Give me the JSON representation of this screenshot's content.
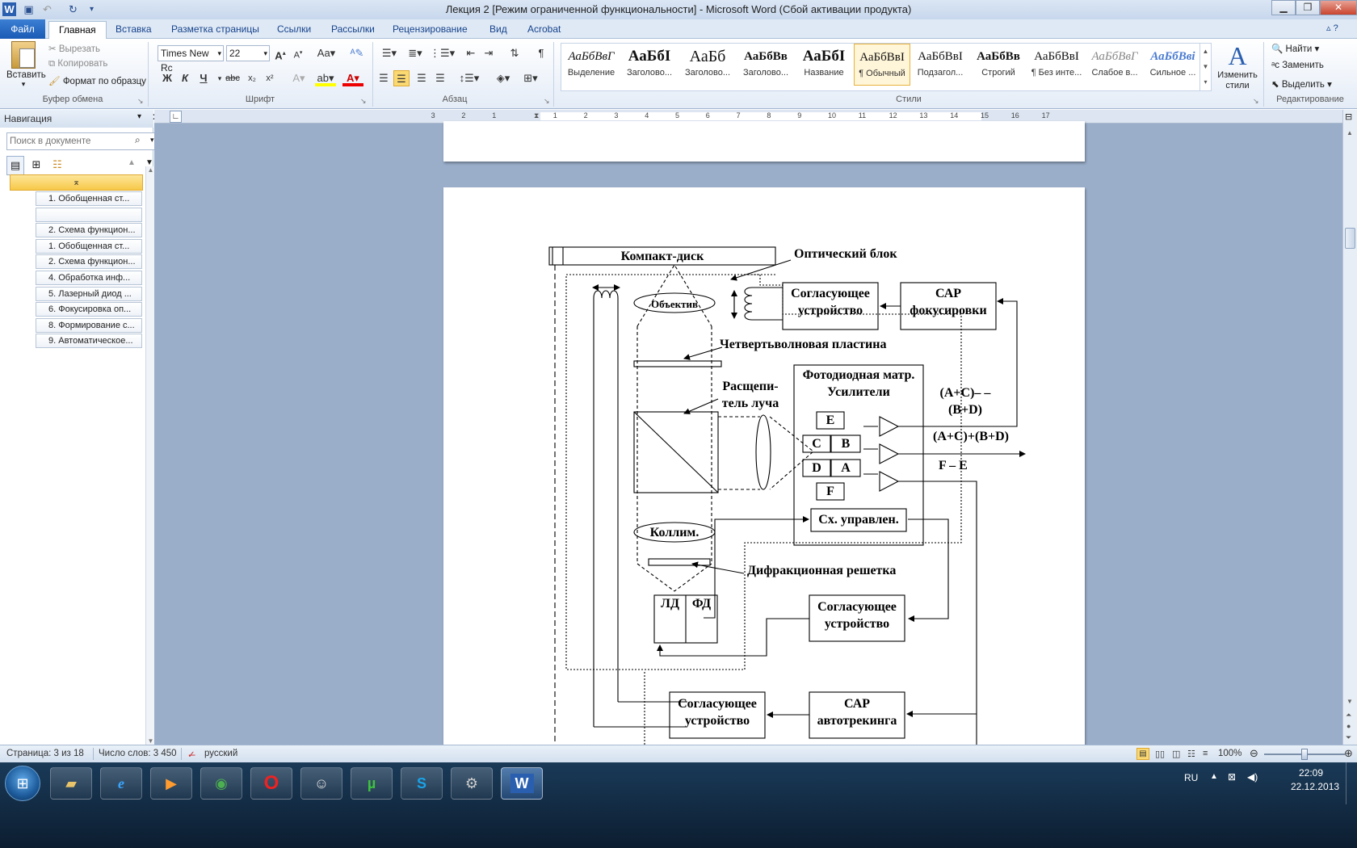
{
  "window": {
    "title": "Лекция 2 [Режим ограниченной функциональности]  -  Microsoft Word (Сбой активации продукта)"
  },
  "ribbon_tabs": [
    "Файл",
    "Главная",
    "Вставка",
    "Разметка страницы",
    "Ссылки",
    "Рассылки",
    "Рецензирование",
    "Вид",
    "Acrobat"
  ],
  "clipboard": {
    "paste": "Вставить",
    "cut": "Вырезать",
    "copy": "Копировать",
    "format_painter": "Формат по образцу",
    "label": "Буфер обмена"
  },
  "font": {
    "name": "Times New Rc",
    "size": "22",
    "label": "Шрифт",
    "bold": "Ж",
    "italic": "К",
    "underline": "Ч"
  },
  "paragraph": {
    "label": "Абзац"
  },
  "styles": {
    "label": "Стили",
    "items": [
      {
        "sample": "АаБбВвГ",
        "name": "Выделение"
      },
      {
        "sample": "АаБбI",
        "name": "Заголово..."
      },
      {
        "sample": "АаБб",
        "name": "Заголово..."
      },
      {
        "sample": "АаБбВв",
        "name": "Заголово..."
      },
      {
        "sample": "АаБбI",
        "name": "Название"
      },
      {
        "sample": "АаБбВвI",
        "name": "¶ Обычный"
      },
      {
        "sample": "АаБбВвI",
        "name": "Подзагол..."
      },
      {
        "sample": "АаБбВв",
        "name": "Строгий"
      },
      {
        "sample": "АаБбВвI",
        "name": "¶ Без инте..."
      },
      {
        "sample": "АаБбВвГ",
        "name": "Слабое в..."
      },
      {
        "sample": "АаБбВві",
        "name": "Сильное ..."
      }
    ],
    "change": "Изменить стили"
  },
  "editing": {
    "find": "Найти",
    "replace": "Заменить",
    "select": "Выделить",
    "label": "Редактирование"
  },
  "navigation": {
    "title": "Навигация",
    "search_placeholder": "Поиск в документе",
    "headings": [
      "1. Обобщенная ст...",
      "",
      "2. Схема функцион...",
      "1. Обобщенная ст...",
      "2. Схема функцион...",
      "4. Обработка инф...",
      "5. Лазерный диод ...",
      "6. Фокусировка оп...",
      "8. Формирование с...",
      "9. Автоматическое..."
    ]
  },
  "diagram": {
    "disc": "Компакт-диск",
    "optical_block": "Оптический  блок",
    "lens": "Объектив",
    "match1": "Согласующее устройство",
    "sar_focus": "САР фокусировки",
    "quarter_plate": "Четвертьволновая пластина",
    "photodiode": "Фотодиодная матр. Усилители",
    "splitter": "Расщепи- тель луча",
    "sum_diff": "(A+C)– –(B+D)",
    "sum_total": "(A+C)+(B+D)",
    "fe": "F – E",
    "cells": [
      "E",
      "C",
      "B",
      "D",
      "A",
      "F"
    ],
    "control": "Сх. управлен.",
    "collimator": "Коллим.",
    "grating": "Дифракционная решетка",
    "ld": "ЛД",
    "fd": "ФД",
    "match2": "Согласующее устройство",
    "match3": "Согласующее устройство",
    "sar_track": "САР автотрекинга"
  },
  "status": {
    "page": "Страница: 3 из 18",
    "words": "Число слов: 3 450",
    "lang": "русский",
    "zoom": "100%",
    "zoom_level": 100
  },
  "taskbar": {
    "lang": "RU",
    "time": "22:09",
    "date": "22.12.2013"
  }
}
